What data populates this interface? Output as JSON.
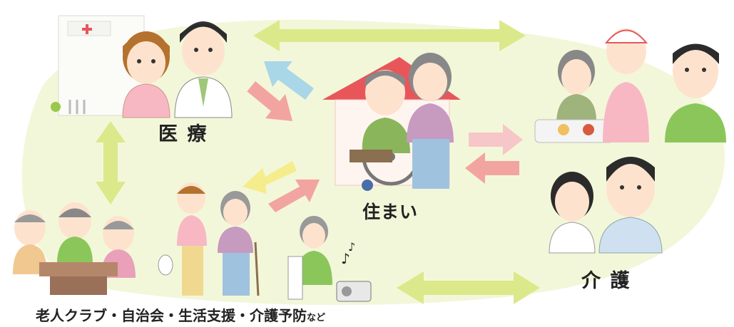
{
  "labels": {
    "medical": "医 療",
    "home": "住まい",
    "care": "介 護",
    "community": "老人クラブ・自治会・生活支援・介護予防",
    "community_suffix": "など"
  },
  "colors": {
    "background_blob": "#f3f7d9",
    "arrow_green": "#dbe98a",
    "arrow_red": "#f2a4a0",
    "arrow_pink": "#f7c6c8",
    "arrow_blue": "#a9d7e8",
    "arrow_yellow": "#f5ec8c",
    "roof": "#e8565a",
    "hospital_cross": "#e8565a"
  },
  "icons": [
    "hospital-building-icon",
    "nurse-icon",
    "doctor-icon",
    "house-icon",
    "elderly-man-wheelchair-icon",
    "caregiver-woman-icon",
    "meal-assistance-icon",
    "young-man-icon",
    "care-worker-woman-icon",
    "care-worker-man-icon",
    "elderly-group-table-icon",
    "walking-support-icon",
    "exercise-radio-icon",
    "music-notes-icon"
  ]
}
